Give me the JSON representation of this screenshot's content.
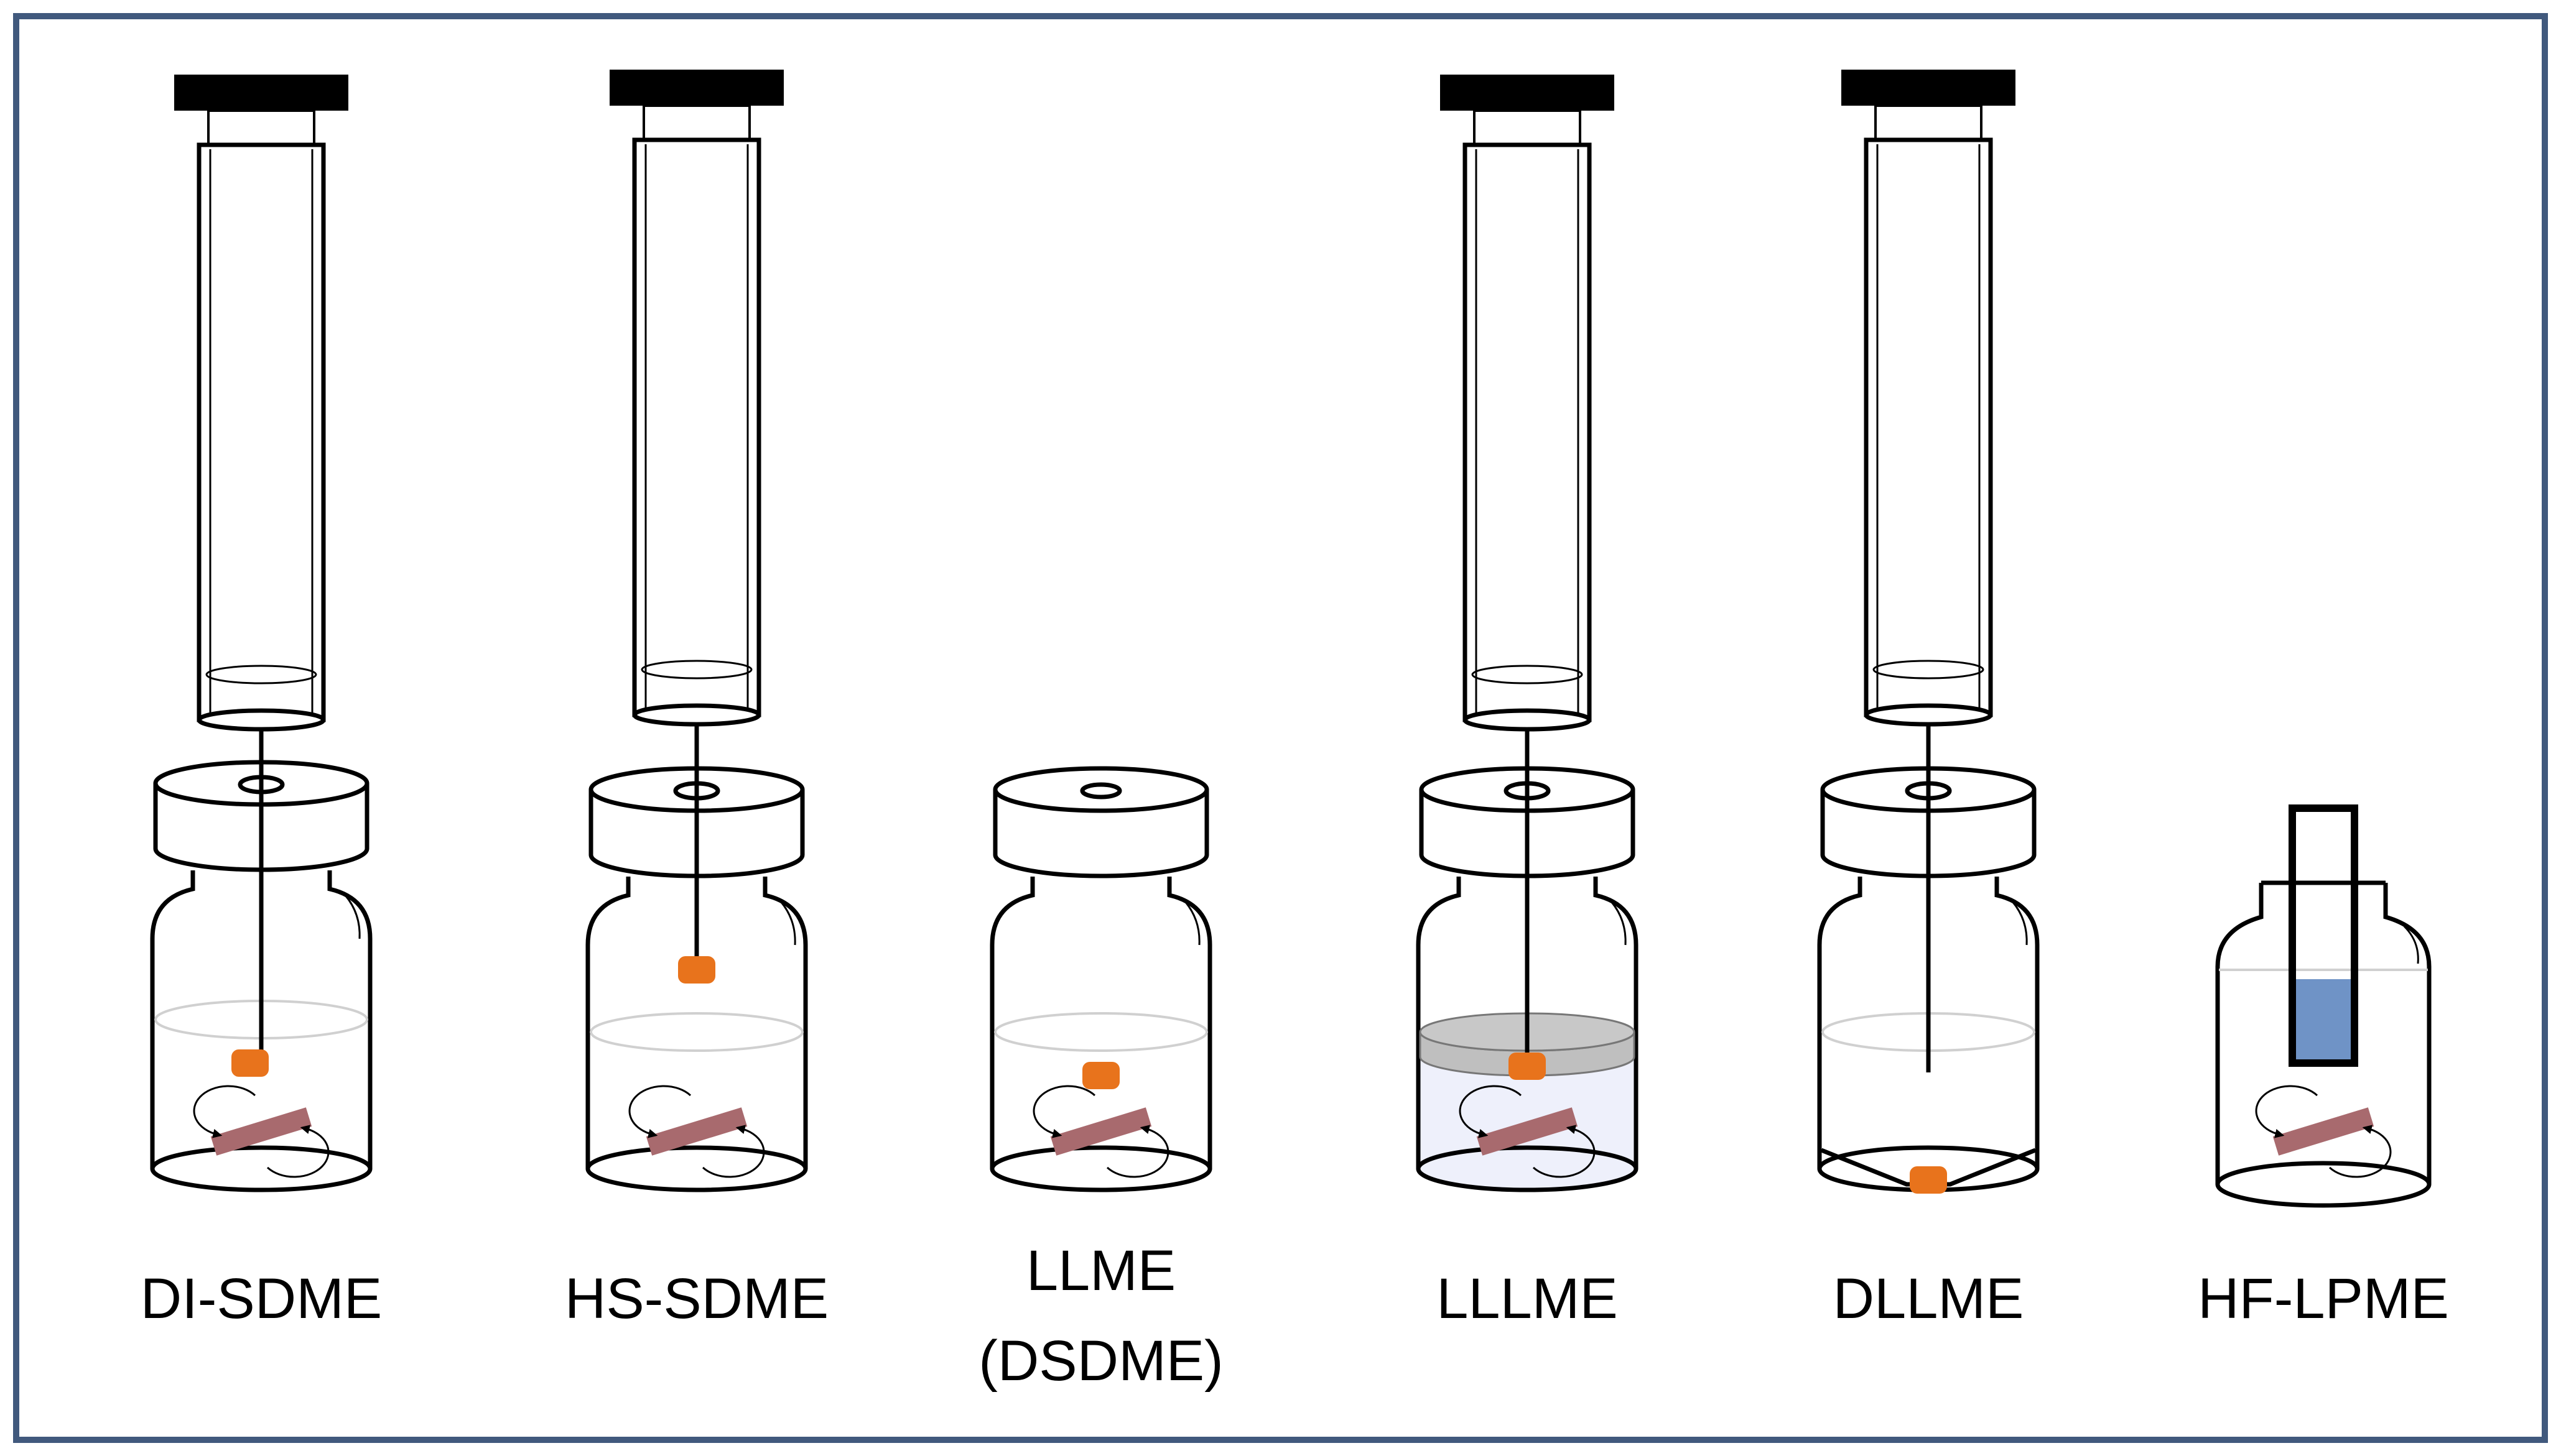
{
  "colors": {
    "frame": "#41597d",
    "outline": "#000000",
    "drop": "#e8731c",
    "stir_bar": "#a86a6e",
    "solvent_layer": "#bfbfbf",
    "sample_tint": "#eef0fb",
    "fiber_fill": "#6f93c6"
  },
  "methods": [
    {
      "id": "di-sdme",
      "label": "DI-SDME",
      "label2": ""
    },
    {
      "id": "hs-sdme",
      "label": "HS-SDME",
      "label2": ""
    },
    {
      "id": "llme",
      "label": "LLME",
      "label2": "(DSDME)"
    },
    {
      "id": "lllme",
      "label": "LLLME",
      "label2": ""
    },
    {
      "id": "dllme",
      "label": "DLLME",
      "label2": ""
    },
    {
      "id": "hf-lpme",
      "label": "HF-LPME",
      "label2": ""
    }
  ]
}
